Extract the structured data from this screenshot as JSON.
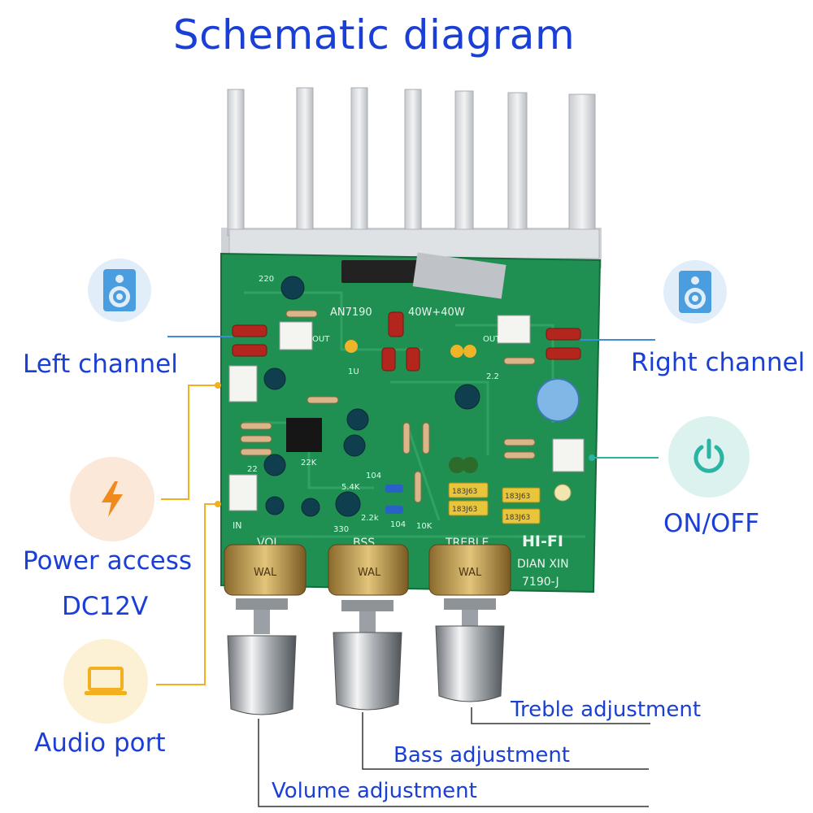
{
  "title": "Schematic diagram",
  "labels": {
    "left_channel": "Left channel",
    "right_channel": "Right channel",
    "power_access": "Power access",
    "power_voltage": "DC12V",
    "on_off": "ON/OFF",
    "audio_port": "Audio port",
    "treble_adjustment": "Treble adjustment",
    "bass_adjustment": "Bass adjustment",
    "volume_adjustment": "Volume adjustment"
  },
  "board_text": {
    "chip": "AN7190",
    "power": "40W+40W",
    "hifi": "HI-FI",
    "maker": "DIAN XIN",
    "model": "7190-J",
    "vol": "VOL",
    "bss": "BSS",
    "treble": "TREBLE",
    "in": "IN",
    "out_left": "OUT",
    "out_right": "OUT",
    "cap_1": "183J63",
    "cap_2": "183J63",
    "cap_3": "183J63",
    "cap_4": "183J63",
    "r_220": "220",
    "r_22k": "22K",
    "r_54k": "5.4K",
    "r_104a": "104",
    "r_104b": "104",
    "r_10k": "10K",
    "r_22k2": "2.2k",
    "r_330": "330",
    "r_1u": "1U",
    "r_22": "22",
    "r_22b": "2.2",
    "pot_marks": "WAL"
  },
  "colors": {
    "label_blue": "#1a3fd6",
    "line_blue": "#3b8fd8",
    "line_yellow": "#f2b01e",
    "line_teal": "#2bb3a3",
    "pcb_green": "#1f8f52",
    "heatsink": "#d9dcdf"
  },
  "icons": {
    "left_channel": "speaker-icon",
    "right_channel": "speaker-icon",
    "power": "lightning-icon",
    "audio": "laptop-icon",
    "switch": "power-icon"
  }
}
